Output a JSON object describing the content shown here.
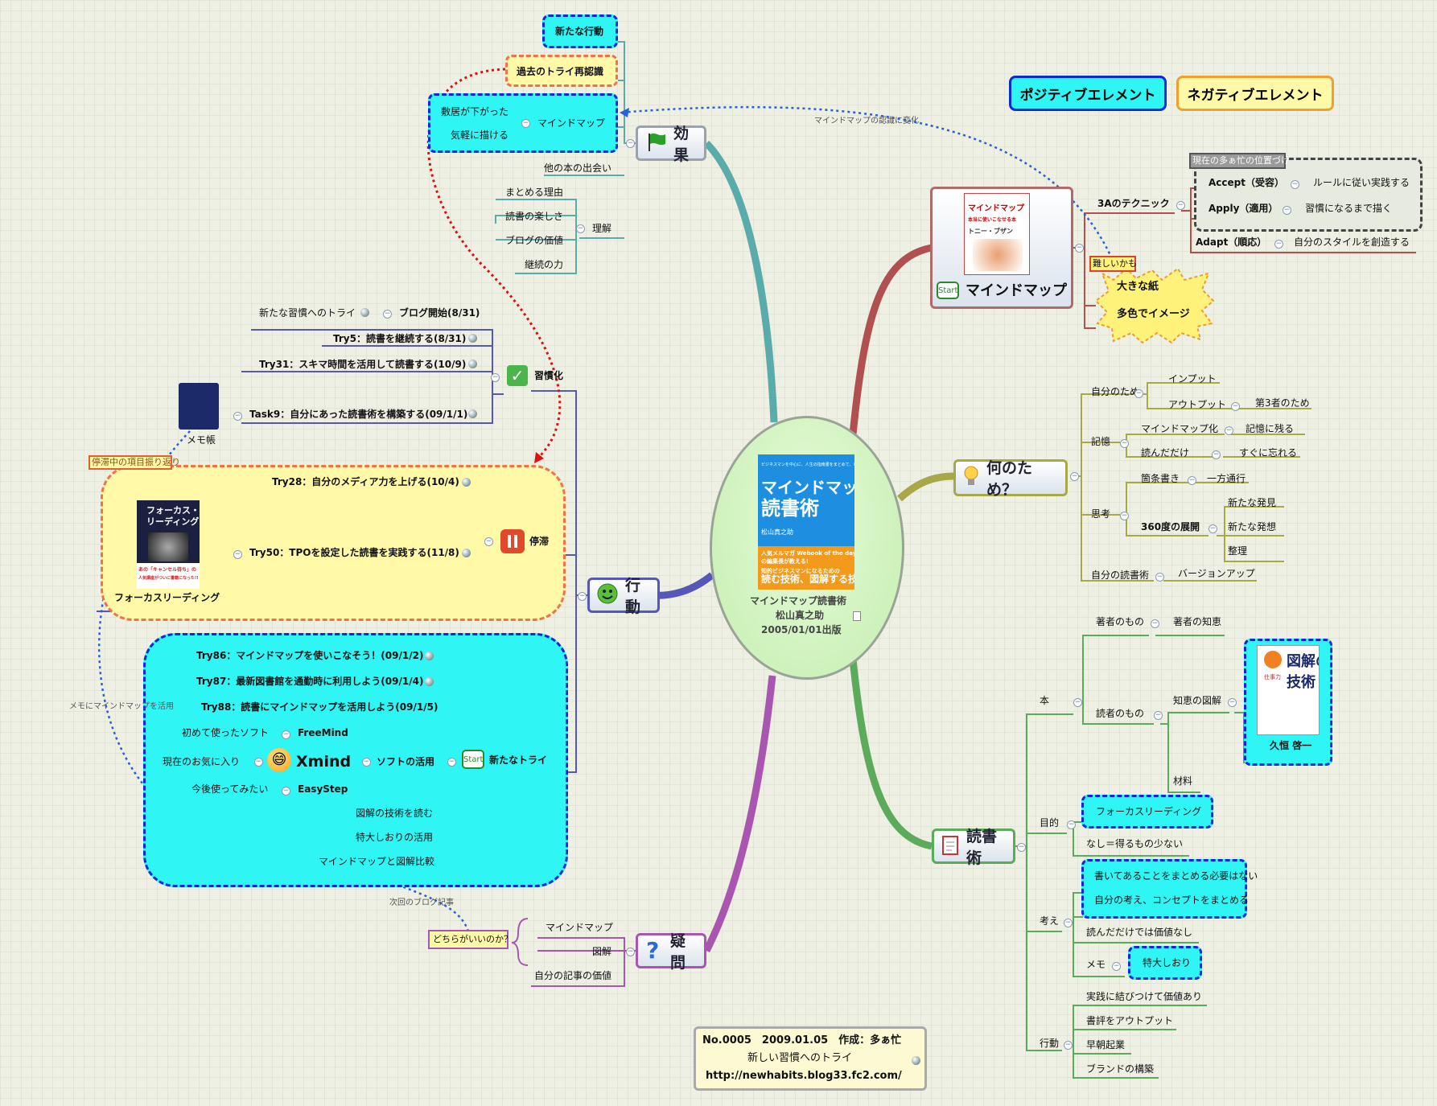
{
  "center": {
    "line1": "マインドマップ読書術",
    "line2": "松山真之助",
    "line3": "2005/01/01出版",
    "cover": {
      "top": "ビジネスマンを中心に、人生の指南書をまとめて、いつでも",
      "title1": "マインドマップ",
      "title2": "読書術",
      "author": "松山真之助",
      "band1": "人気メルマガ Webook of the day",
      "band2": "の編集長が教える!",
      "band3": "知的ビジネスマンになるための",
      "band4": "読む技術、図解する技術"
    }
  },
  "legend": {
    "positive": "ポジティブエレメント",
    "negative": "ネガティブエレメント"
  },
  "footer": {
    "line1": "No.0005　2009.01.05　作成：多ぁ忙",
    "line2": "新しい習慣へのトライ",
    "line3": "http://newhabits.blog33.fc2.com/"
  },
  "effect": {
    "title": "効果",
    "new_action": "新たな行動",
    "past_try": "過去のトライ再認識",
    "mindmap": "マインドマップ",
    "threshold": "敷居が下がった",
    "easy": "気軽に描ける",
    "other_books": "他の本の出会い",
    "understanding": "理解",
    "u_items": [
      "まとめる理由",
      "読書の楽しさ",
      "ブログの価値",
      "継続の力"
    ]
  },
  "mm": {
    "title": "マインドマップ",
    "start": "Start",
    "three_a": "3Aのテクニック",
    "position_label": "現在の多ぁ忙の位置づけ",
    "accept": "Accept（受容）",
    "accept_desc": "ルールに従い実践する",
    "apply": "Apply（適用）",
    "apply_desc": "習慣になるまで描く",
    "adapt": "Adapt（順応）",
    "adapt_desc": "自分のスタイルを創造する",
    "hard": "難しいかも",
    "big_paper": "大きな紙",
    "multi_color": "多色でイメージ",
    "recognition_change": "マインドマップの認識に変化",
    "cover": {
      "title1": "マインドマップ",
      "title2": "本当に使いこなせる本",
      "sub": "トニー・ブザン"
    }
  },
  "why": {
    "title": "何のため？",
    "self": "自分のため",
    "input": "インプット",
    "output": "アウトプット",
    "third": "第3者のため",
    "memory": "記憶",
    "mm_ka": "マインドマップ化",
    "remember": "記憶に残る",
    "read_only": "読んだだけ",
    "forget": "すぐに忘れる",
    "think": "思考",
    "bullets": "箇条書き",
    "one_way": "一方通行",
    "deploy360": "360度の展開",
    "new_find": "新たな発見",
    "new_idea": "新たな発想",
    "organize": "整理",
    "my_method": "自分の読書術",
    "version_up": "バージョンアップ"
  },
  "reading": {
    "title": "読書術",
    "book": "本",
    "author_thing": "著者のもの",
    "author_wisdom": "著者の知恵",
    "reader_thing": "読者のもの",
    "wisdom_diagram": "知恵の図解",
    "material": "材料",
    "kuga": "久恒 啓一",
    "kuga_cover": {
      "t1": "図解の",
      "t2": "技術",
      "badge": "仕事力"
    },
    "purpose": "目的",
    "focus": "フォーカスリーディング",
    "nothing": "なし＝得るもの少ない",
    "think": "考え",
    "write_summary": "書いてあることをまとめる必要はない",
    "own_concept": "自分の考え、コンセプトをまとめる",
    "no_value": "読んだだけでは価値なし",
    "memo": "メモ",
    "bookmark": "特大しおり",
    "action": "行動",
    "act_items": [
      "実践に結びつけて価値あり",
      "書評をアウトプット",
      "早朝起業",
      "ブランドの構築"
    ]
  },
  "action": {
    "title": "行動",
    "habit": "習慣化",
    "habit_items": {
      "new_habit": "新たな習慣へのトライ",
      "blog_start": "ブログ開始(8/31)",
      "try5": "Try5：読書を継続する(8/31)",
      "try31": "Try31：スキマ時間を活用して読書する(10/9)",
      "task9": "Task9：自分にあった読書術を構築する(09/1/1)"
    },
    "memo_book": "メモ帳",
    "stagnant": "停滞",
    "stagnant_review": "停滞中の項目振り返り",
    "try28": "Try28：自分のメディア力を上げる(10/4)",
    "try50": "Try50：TPOを設定した読書を実践する(11/8)",
    "focus_reading": "フォーカスリーディング",
    "focus_cover": {
      "t1": "フォーカス・",
      "t2": "リーディング",
      "band": "あの「キャンセル待ち」の",
      "band2": "人気講座がついに書籍になった!!"
    },
    "new_try": "新たなトライ",
    "start": "Start",
    "try86": "Try86：マインドマップを使いこなそう！(09/1/2)",
    "try87": "Try87：最新図書館を通勤時に利用しよう(09/1/4)",
    "try88": "Try88：読書にマインドマップを活用しよう(09/1/5)",
    "soft": "ソフトの活用",
    "first_soft": "初めて使ったソフト",
    "freemind": "FreeMind",
    "fav": "現在のお気に入り",
    "xmind": "Xmind",
    "want": "今後使ってみたい",
    "easystep": "EasyStep",
    "read_diagram": "図解の技術を読む",
    "bookmark_use": "特大しおりの活用",
    "compare": "マインドマップと図解比較",
    "memo_mm": "メモにマインドマップを活用",
    "next_blog": "次回のブログ記事"
  },
  "question": {
    "title": "疑問",
    "mm": "マインドマップ",
    "diagram": "図解",
    "value": "自分の記事の価値",
    "which": "どちらがいいのか？"
  },
  "colors": {
    "effect": "#5aacaa",
    "mm": "#b05050",
    "why": "#a8a848",
    "reading": "#5cab5c",
    "action": "#5658b8",
    "question": "#a856b0",
    "positive_fill": "#2ff5f5",
    "positive_border": "#0a2bd6",
    "negative_fill": "#fff9a8",
    "negative_border": "#f0a030"
  }
}
